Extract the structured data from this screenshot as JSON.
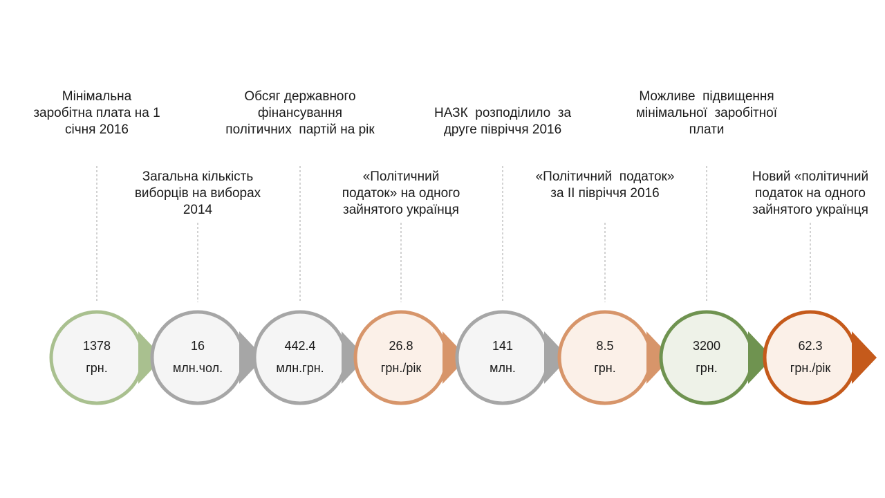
{
  "colors": {
    "green_light": "#a9c08f",
    "gray": "#a6a6a6",
    "orange": "#d7956a",
    "orange_dark": "#c55a1b",
    "green_dark": "#6f9350",
    "fill_neutral": "#f5f5f5",
    "fill_orange": "#fbf0e8",
    "fill_green": "#eef2e8",
    "leader": "#a6a6a6"
  },
  "steps": [
    {
      "value": "1378",
      "unit": "грн.",
      "caption": [
        "Мінімальна",
        "заробітна плата на 1",
        "січня 2016"
      ],
      "caption_pos": "top",
      "color": "#a9c08f",
      "fill": "#f5f5f5",
      "icon": "circle-node"
    },
    {
      "value": "16",
      "unit": "млн.чол.",
      "caption": [
        "Загальна кількість",
        "виборців на виборах",
        "2014"
      ],
      "caption_pos": "bottom",
      "color": "#a6a6a6",
      "fill": "#f5f5f5",
      "icon": "circle-node"
    },
    {
      "value": "442.4",
      "unit": "млн.грн.",
      "caption": [
        "Обсяг державного",
        "фінансування",
        "політичних  партій на рік"
      ],
      "caption_pos": "top",
      "color": "#a6a6a6",
      "fill": "#f5f5f5",
      "icon": "circle-node"
    },
    {
      "value": "26.8",
      "unit": "грн./рік",
      "caption": [
        "«Політичний",
        "податок» на одного",
        "зайнятого українця"
      ],
      "caption_pos": "bottom",
      "color": "#d7956a",
      "fill": "#fbf0e8",
      "icon": "circle-node"
    },
    {
      "value": "141",
      "unit": "млн.",
      "caption": [
        "НАЗК  розподілило  за",
        "друге півріччя 2016"
      ],
      "caption_pos": "top",
      "color": "#a6a6a6",
      "fill": "#f5f5f5",
      "icon": "circle-node"
    },
    {
      "value": "8.5",
      "unit": "грн.",
      "caption": [
        "«Політичний  податок»",
        "за II півріччя 2016"
      ],
      "caption_pos": "bottom",
      "color": "#d7956a",
      "fill": "#fbf0e8",
      "icon": "circle-node"
    },
    {
      "value": "3200",
      "unit": "грн.",
      "caption": [
        "Можливе  підвищення",
        "мінімальної  заробітної",
        "плати"
      ],
      "caption_pos": "top",
      "color": "#6f9350",
      "fill": "#eef2e8",
      "icon": "circle-node"
    },
    {
      "value": "62.3",
      "unit": "грн./рік",
      "caption": [
        "Новий «політичний",
        "податок на одного",
        "зайнятого українця"
      ],
      "caption_pos": "bottom",
      "color": "#c55a1b",
      "fill": "#fbf0e8",
      "icon": "circle-node"
    }
  ]
}
